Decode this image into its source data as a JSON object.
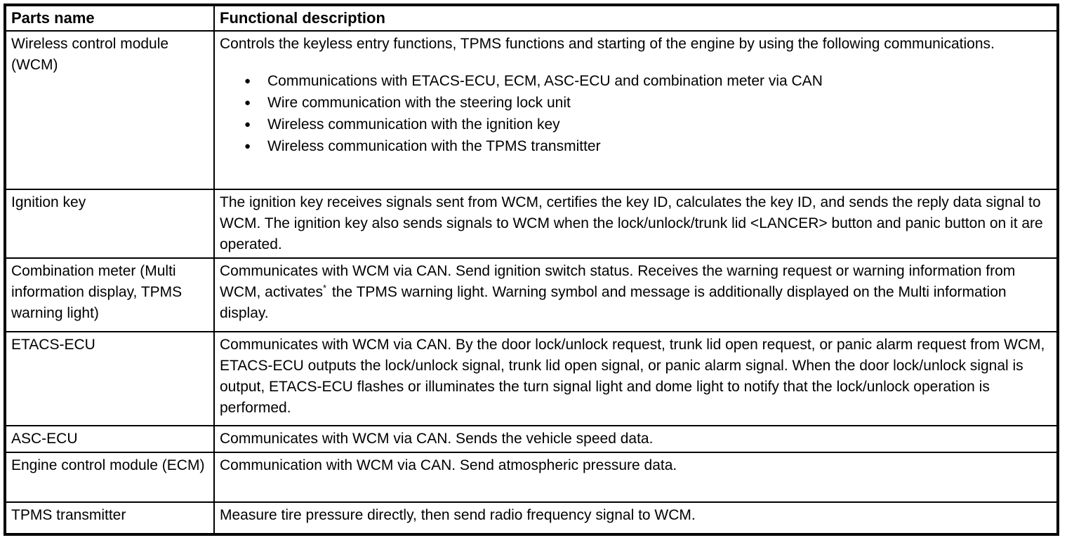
{
  "page": {
    "background_color": "#ffffff",
    "text_color": "#000000",
    "border_color": "#000000"
  },
  "table": {
    "headers": {
      "parts_name": "Parts name",
      "functional_description": "Functional description"
    },
    "bullet_glyph": "●",
    "rows": [
      {
        "part": "Wireless control module (WCM)",
        "description": "Controls the keyless entry functions, TPMS functions and starting of the engine by using the following communications.",
        "bullets": [
          "Communications with ETACS-ECU, ECM, ASC-ECU and combination meter via CAN",
          "Wire communication with the steering lock unit",
          "Wireless communication with the ignition key",
          "Wireless communication with the TPMS transmitter"
        ]
      },
      {
        "part": "Ignition key",
        "description": "The ignition key receives signals sent from WCM, certifies the key ID, calculates the key ID, and sends the reply data signal to WCM. The ignition key also sends signals to WCM when the lock/unlock/trunk lid <LANCER> button and panic button on it are operated."
      },
      {
        "part": "Combination meter (Multi information display, TPMS warning light)",
        "description_before_sup": "Communicates with WCM via CAN. Send ignition switch status. Receives the warning request or warning information from WCM, activates",
        "sup_marker": "*",
        "description_after_sup": " the TPMS warning light. Warning symbol and message is additionally displayed on the Multi information display."
      },
      {
        "part": "ETACS-ECU",
        "description": "Communicates with WCM via CAN. By the door lock/unlock request, trunk lid open request, or panic alarm request from WCM, ETACS-ECU outputs the lock/unlock signal, trunk lid open signal, or panic alarm signal. When the door lock/unlock signal is output, ETACS-ECU flashes or illuminates the turn signal light and dome light to notify that the lock/unlock operation is performed."
      },
      {
        "part": "ASC-ECU",
        "description": "Communicates with WCM via CAN. Sends the vehicle speed data."
      },
      {
        "part": "Engine control module (ECM)",
        "description": "Communication with WCM via CAN. Send atmospheric pressure data."
      },
      {
        "part": "TPMS transmitter",
        "description": "Measure tire pressure directly, then send radio frequency signal to WCM."
      }
    ]
  }
}
